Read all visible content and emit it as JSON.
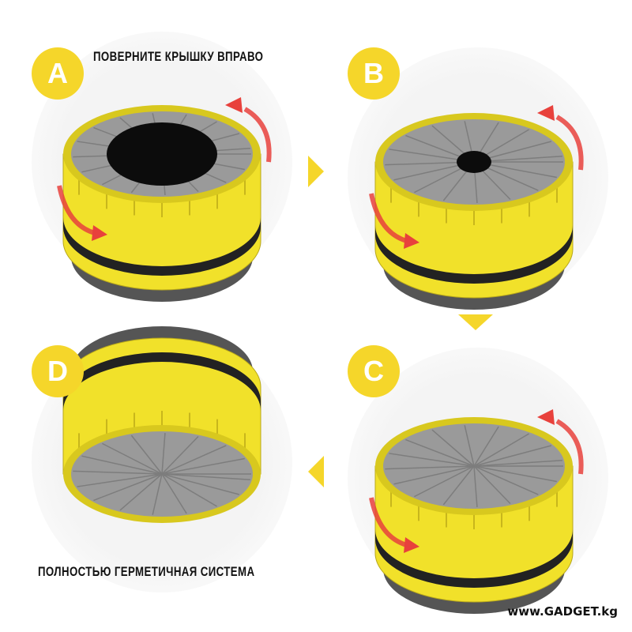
{
  "steps": [
    {
      "label": "A",
      "hole": "large"
    },
    {
      "label": "B",
      "hole": "small"
    },
    {
      "label": "C",
      "hole": "closed"
    },
    {
      "label": "D",
      "hole": "sealed"
    }
  ],
  "captions": {
    "top": "ПОВЕРНИТЕ КРЫШКУ ВПРАВО",
    "bottom": "ПОЛНОСТЬЮ ГЕРМЕТИЧНАЯ СИСТЕМА"
  },
  "watermark": "www.GADGET.kg",
  "colors": {
    "accent": "#f5d62a",
    "body_yellow": "#f1e12a",
    "lid_gray": "#9a9a9a",
    "arrow_red": "#e8413c"
  }
}
